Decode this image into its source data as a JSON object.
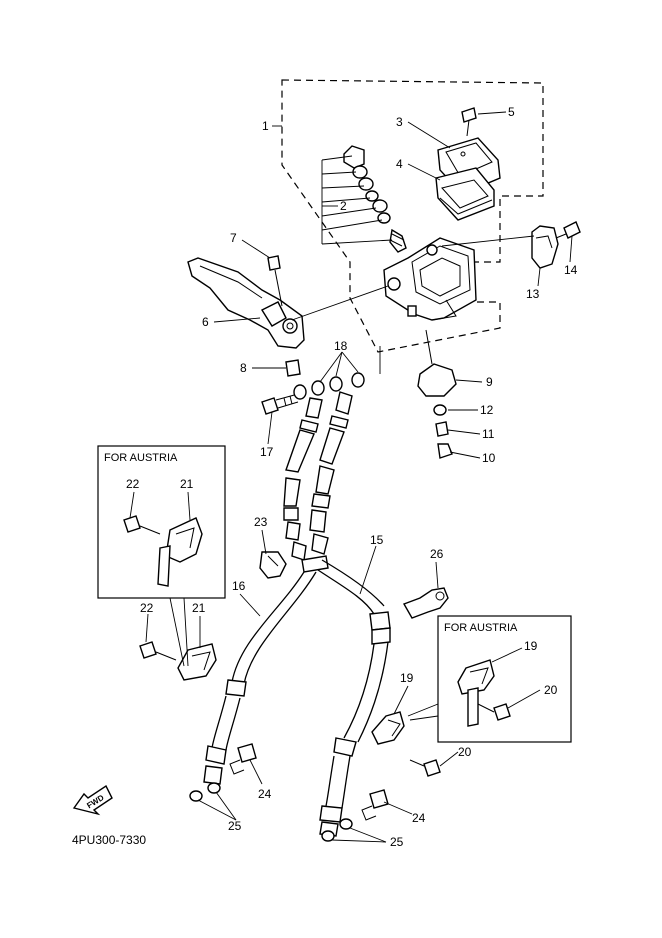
{
  "diagram_code": "4PU300-7330",
  "fwd_label": "FWD",
  "insets": [
    {
      "title": "FOR AUSTRIA"
    },
    {
      "title": "FOR AUSTRIA"
    }
  ],
  "callouts": [
    {
      "id": "c1",
      "text": "1"
    },
    {
      "id": "c2",
      "text": "2"
    },
    {
      "id": "c3",
      "text": "3"
    },
    {
      "id": "c4",
      "text": "4"
    },
    {
      "id": "c5",
      "text": "5"
    },
    {
      "id": "c6",
      "text": "6"
    },
    {
      "id": "c7",
      "text": "7"
    },
    {
      "id": "c8",
      "text": "8"
    },
    {
      "id": "c9",
      "text": "9"
    },
    {
      "id": "c10",
      "text": "10"
    },
    {
      "id": "c11",
      "text": "11"
    },
    {
      "id": "c12",
      "text": "12"
    },
    {
      "id": "c13",
      "text": "13"
    },
    {
      "id": "c14",
      "text": "14"
    },
    {
      "id": "c15",
      "text": "15"
    },
    {
      "id": "c16",
      "text": "16"
    },
    {
      "id": "c17",
      "text": "17"
    },
    {
      "id": "c18",
      "text": "18"
    },
    {
      "id": "c19a",
      "text": "19"
    },
    {
      "id": "c19b",
      "text": "19"
    },
    {
      "id": "c20a",
      "text": "20"
    },
    {
      "id": "c20b",
      "text": "20"
    },
    {
      "id": "c21a",
      "text": "21"
    },
    {
      "id": "c21b",
      "text": "21"
    },
    {
      "id": "c22a",
      "text": "22"
    },
    {
      "id": "c22b",
      "text": "22"
    },
    {
      "id": "c23",
      "text": "23"
    },
    {
      "id": "c24a",
      "text": "24"
    },
    {
      "id": "c24b",
      "text": "24"
    },
    {
      "id": "c25a",
      "text": "25"
    },
    {
      "id": "c25b",
      "text": "25"
    },
    {
      "id": "c26",
      "text": "26"
    }
  ]
}
